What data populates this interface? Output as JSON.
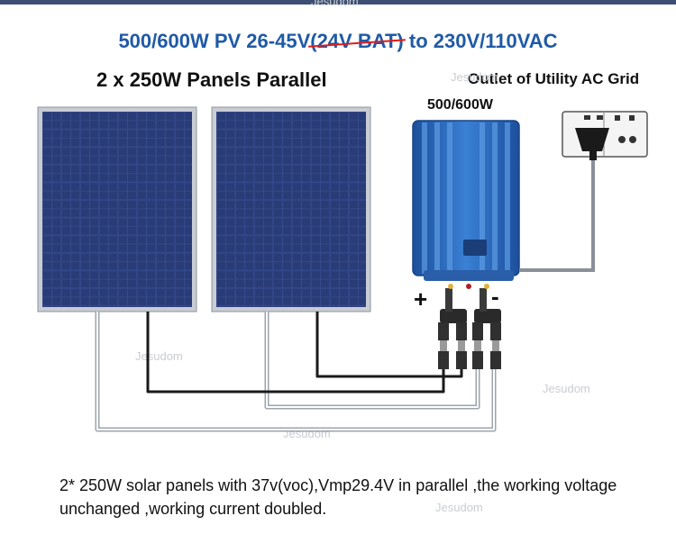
{
  "title": {
    "prefix": "500/600W PV 26-45V",
    "struck": "(24V BAT)",
    "suffix": " to 230V/110VAC"
  },
  "panels_label": "2 x 250W Panels Parallel",
  "outlet_label": "Outlet of Utility AC Grid",
  "inverter_power_label": "500/600W",
  "polarity": {
    "plus": "+",
    "minus": "-"
  },
  "description": "2* 250W solar panels with 37v(voc),Vmp29.4V in parallel ,the working voltage unchanged ,working current doubled.",
  "watermark": "Jesudom",
  "colors": {
    "title": "#1f5aa6",
    "strike": "#e11b1b",
    "panel": "#2b3f78",
    "inverter": "#2f6fc2"
  }
}
